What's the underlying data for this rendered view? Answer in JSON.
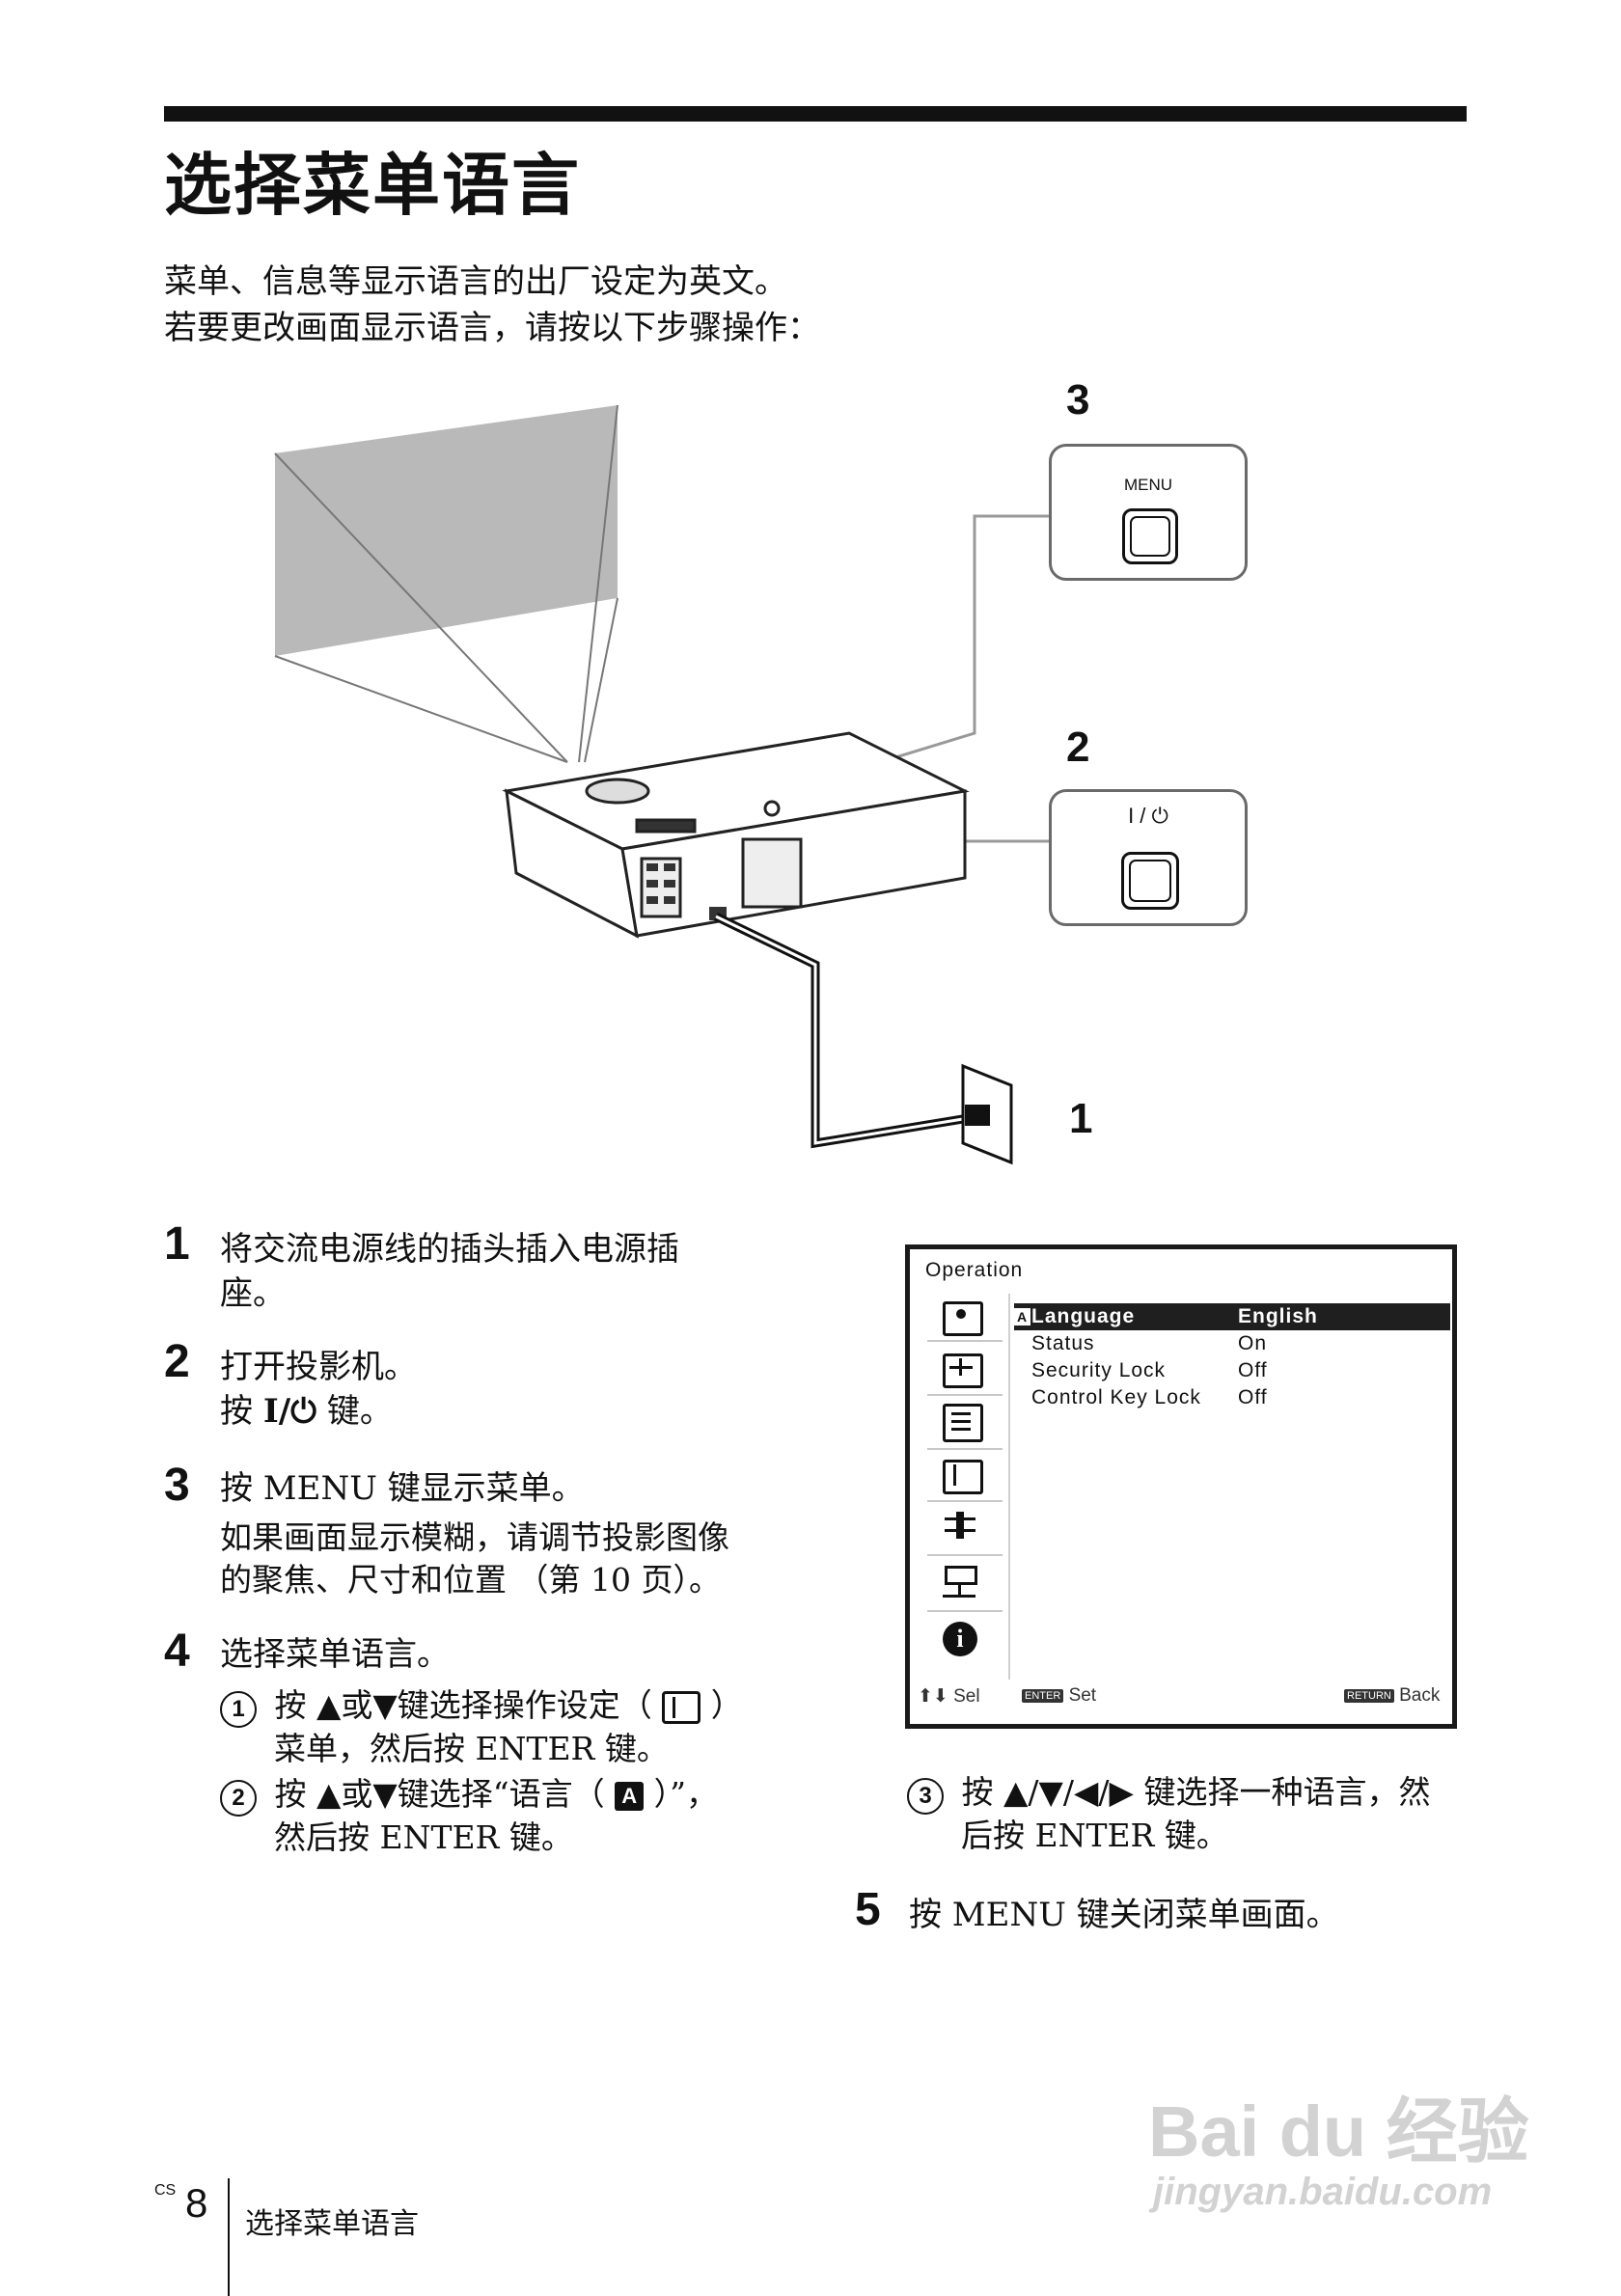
{
  "header": {
    "title": "选择菜单语言",
    "intro_line1": "菜单、信息等显示语言的出厂设定为英文。",
    "intro_line2": "若要更改画面显示语言，请按以下步骤操作："
  },
  "illustration": {
    "callout_menu_number": "3",
    "callout_menu_label": "MENU",
    "callout_power_number": "2",
    "callout_power_label": "I / ⏻",
    "callout_outlet_number": "1"
  },
  "steps": {
    "s1_num": "1",
    "s1_text_a": "将交流电源线的插头插入电源插",
    "s1_text_b": "座。",
    "s2_num": "2",
    "s2_text": "打开投影机。",
    "s2_sub_pre": "按",
    "s2_sub_key": "I/⏻",
    "s2_sub_post": "键。",
    "s3_num": "3",
    "s3_text": "按 MENU 键显示菜单。",
    "s3_sub_a": "如果画面显示模糊，请调节投影图像",
    "s3_sub_b": "的聚焦、尺寸和位置 （第 10 页）。",
    "s4_num": "4",
    "s4_text": "选择菜单语言。",
    "s4_1_num": "1",
    "s4_1_pre": "按",
    "s4_1_mid": "或",
    "s4_1_post": "键选择操作设定（",
    "s4_1_close": "）",
    "s4_1_line2": "菜单，然后按 ENTER 键。",
    "s4_2_num": "2",
    "s4_2_pre": "按",
    "s4_2_mid": "或",
    "s4_2_post": "键选择“语言（",
    "s4_2_close": "）”，",
    "s4_2_line2": "然后按 ENTER 键。",
    "s4_3_num": "3",
    "s4_3_pre": "按",
    "s4_3_post": "键选择一种语言，然",
    "s4_3_line2": "后按 ENTER 键。",
    "s5_num": "5",
    "s5_text": "按 MENU 键关闭菜单画面。"
  },
  "osd_menu": {
    "title": "Operation",
    "rows": [
      {
        "key": "Language",
        "value": "English"
      },
      {
        "key": "Status",
        "value": "On"
      },
      {
        "key": "Security Lock",
        "value": "Off"
      },
      {
        "key": "Control Key Lock",
        "value": "Off"
      }
    ],
    "footer_sel": "Sel",
    "footer_enter_tag": "ENTER",
    "footer_set": "Set",
    "footer_return_tag": "RETURN",
    "footer_back": "Back",
    "sidebar_icons": [
      "picture-icon",
      "screen-adjust-icon",
      "setup-icon",
      "operation-icon",
      "connection-icon",
      "installation-icon",
      "information-icon"
    ]
  },
  "footer": {
    "cs": "CS",
    "page_number": "8",
    "section_title": "选择菜单语言"
  },
  "watermark": {
    "brand": "Bai du 经验",
    "url": "jingyan.baidu.com"
  }
}
